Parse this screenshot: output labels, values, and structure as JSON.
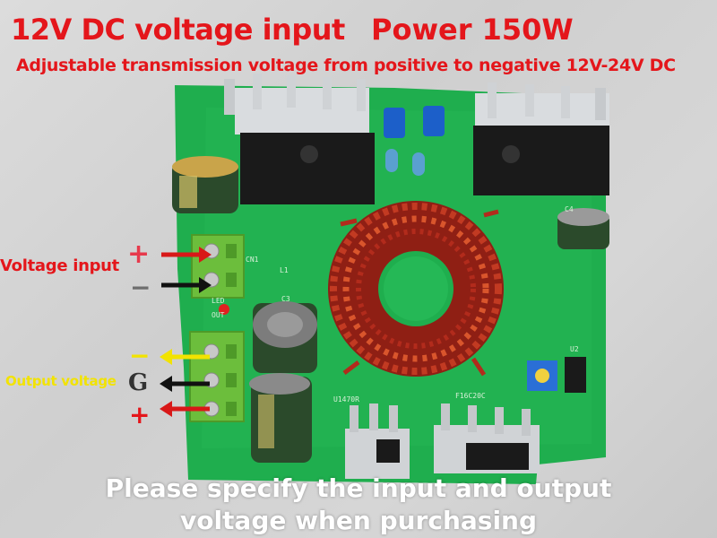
{
  "title": "12V DC voltage input",
  "power": "Power 150W",
  "subtitle": "Adjustable transmission voltage from positive to negative 12V-24V DC",
  "labels": {
    "voltage_input": "Voltage input",
    "output_voltage": "Output voltage",
    "plus": "+",
    "minus": "−",
    "ground": "G"
  },
  "silkscreen": {
    "cn1": "CN1",
    "l1": "L1",
    "c3": "C3",
    "c4": "C4",
    "u2": "U2",
    "led": "LED",
    "out": "OUT",
    "ic_left": "U1470R",
    "ic_right": "F16C20C"
  },
  "footer": {
    "line1": "Please specify the input and output",
    "line2": "voltage when purchasing"
  },
  "colors": {
    "pcb": "#1fae4e",
    "text_red": "#e4161b",
    "text_yellow": "#f2e300",
    "copper": "#b8281c",
    "terminal": "#6cbe3c"
  }
}
